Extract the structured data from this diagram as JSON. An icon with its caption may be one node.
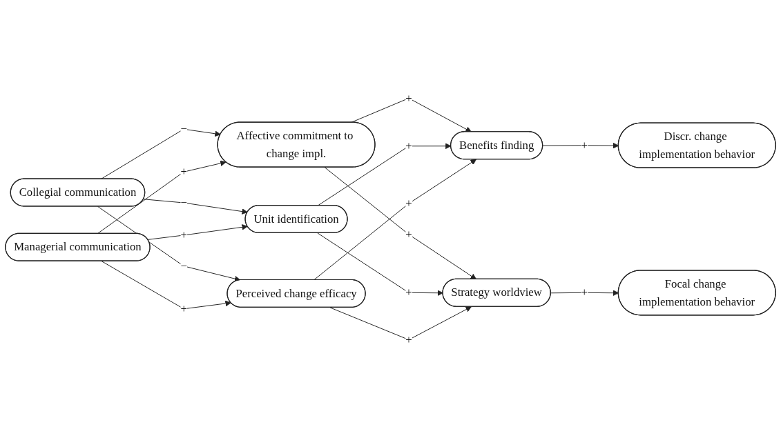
{
  "diagram": {
    "nodes": [
      {
        "text": [
          "Collegial communication"
        ]
      },
      {
        "text": [
          "Managerial communication"
        ]
      },
      {
        "text": [
          "Affective commitment to change impl."
        ]
      },
      {
        "text": [
          "Unit identification"
        ]
      },
      {
        "text": [
          "Perceived change efficacy"
        ]
      },
      {
        "text": [
          "Benefits finding"
        ]
      },
      {
        "text": [
          "Strategy worldview"
        ]
      },
      {
        "text": [
          "Discr. change implementation behavior"
        ]
      },
      {
        "text": [
          "Focal change implementation behavior"
        ]
      }
    ],
    "edges": [
      {
        "from": 0,
        "to": 2,
        "arrow": "to",
        "label": "−"
      },
      {
        "from": 1,
        "to": 2,
        "arrow": "to",
        "label": "+"
      },
      {
        "from": 0,
        "to": 3,
        "arrow": "to",
        "label": "−"
      },
      {
        "from": 1,
        "to": 3,
        "arrow": "to",
        "label": "+"
      },
      {
        "from": 0,
        "to": 4,
        "arrow": "to",
        "label": "−"
      },
      {
        "from": 1,
        "to": 4,
        "arrow": "to",
        "label": "+"
      },
      {
        "from": 2,
        "to": 5,
        "arrow": "to",
        "label": "+"
      },
      {
        "from": 3,
        "to": 5,
        "arrow": "to",
        "label": "+"
      },
      {
        "from": 4,
        "to": 5,
        "arrow": "to",
        "label": "+"
      },
      {
        "from": 2,
        "to": 6,
        "arrow": "to",
        "label": "+"
      },
      {
        "from": 3,
        "to": 6,
        "arrow": "to",
        "label": "+"
      },
      {
        "from": 4,
        "to": 6,
        "arrow": "to",
        "label": "+"
      },
      {
        "from": 5,
        "to": 7,
        "arrow": "to",
        "label": "+"
      },
      {
        "from": 6,
        "to": 8,
        "arrow": "to",
        "label": "+"
      }
    ]
  }
}
